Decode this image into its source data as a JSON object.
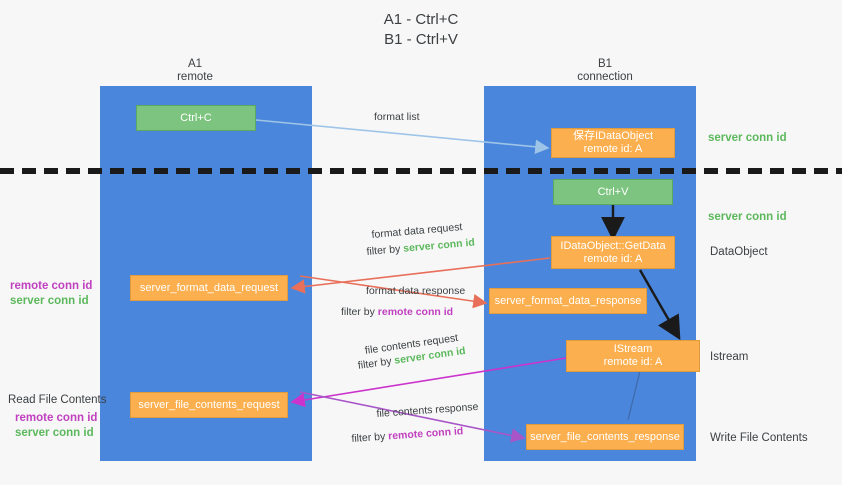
{
  "title": {
    "line1": "A1 - Ctrl+C",
    "line2": "B1 - Ctrl+V"
  },
  "lanes": [
    {
      "id": "a1",
      "name": "A1",
      "role": "remote"
    },
    {
      "id": "b1",
      "name": "B1",
      "role": "connection"
    }
  ],
  "colors": {
    "lane": "#4a86db",
    "green_box": "#7cc47f",
    "orange_box": "#fcaf4e",
    "server_conn_id": "#5cb85c",
    "remote_conn_id": "#c040c0",
    "arrow_blue": "#9ec5e8",
    "arrow_red": "#e8705a",
    "arrow_magenta": "#cc33cc",
    "arrow_purple": "#a855c8",
    "arrow_black": "#1a1a1a"
  },
  "boxes": {
    "ctrl_c": "Ctrl+C",
    "ctrl_v": "Ctrl+V",
    "save_idataobject_l1": "保存IDataObject",
    "save_idataobject_l2": "remote id: A",
    "getdata_l1": "IDataObject::GetData",
    "getdata_l2": "remote id: A",
    "istream_l1": "IStream",
    "istream_l2": "remote id: A",
    "server_format_data_request": "server_format_data_request",
    "server_format_data_response": "server_format_data_response",
    "server_file_contents_request": "server_file_contents_request",
    "server_file_contents_response": "server_file_contents_response"
  },
  "edge_labels": {
    "format_list": "format list",
    "format_data_request": "format data request",
    "format_data_response": "format data response",
    "file_contents_request": "file contents request",
    "file_contents_response": "file contents response",
    "filter_by": "filter by",
    "server_conn_id": "server conn id",
    "remote_conn_id": "remote conn id"
  },
  "right_labels": {
    "server_conn_id_top": "server conn id",
    "server_conn_id_mid": "server conn id",
    "dataobject": "DataObject",
    "istream": "Istream",
    "write_file_contents": "Write File Contents"
  },
  "left_labels": {
    "remote_conn_id_1": "remote conn id",
    "server_conn_id_1": "server conn id",
    "read_file_contents": "Read File Contents",
    "remote_conn_id_2": "remote conn id",
    "server_conn_id_2": "server conn id"
  }
}
